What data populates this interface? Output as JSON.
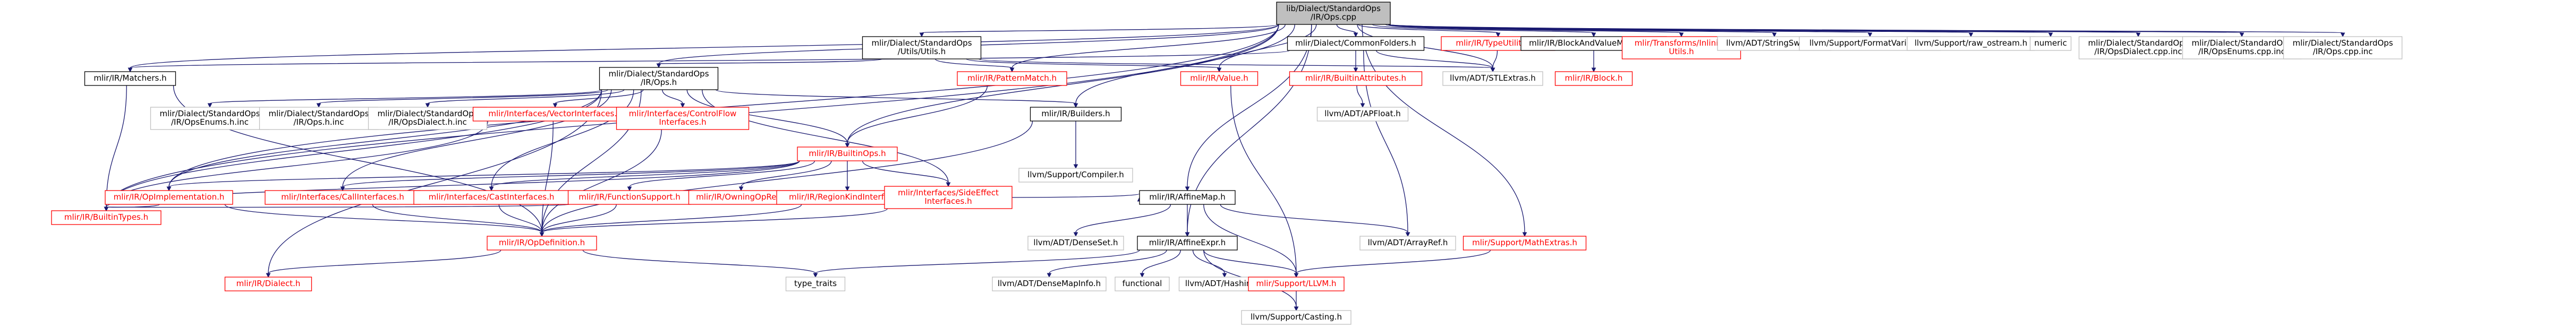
{
  "graph": {
    "colors": {
      "edge": "#191970",
      "root_fill": "#bfbfbf",
      "text_default": "#000000",
      "text_red": "#ff0000",
      "border_default": "#000000",
      "border_red": "#ff0000",
      "border_grey": "#bfbfbf"
    },
    "nodes": [
      {
        "id": "root",
        "lines": [
          "lib/Dialect/StandardOps",
          "/IR/Ops.cpp"
        ],
        "style": "root"
      },
      {
        "id": "utils",
        "lines": [
          "mlir/Dialect/StandardOps",
          "/Utils/Utils.h"
        ],
        "style": "normal"
      },
      {
        "id": "common",
        "lines": [
          "mlir/Dialect/CommonFolders.h"
        ],
        "style": "normal"
      },
      {
        "id": "typeutil",
        "lines": [
          "mlir/IR/TypeUtilities.h"
        ],
        "style": "red"
      },
      {
        "id": "blockmap",
        "lines": [
          "mlir/IR/BlockAndValueMapping.h"
        ],
        "style": "normal"
      },
      {
        "id": "inlining",
        "lines": [
          "mlir/Transforms/Inlining",
          "Utils.h"
        ],
        "style": "red"
      },
      {
        "id": "stringswitch",
        "lines": [
          "llvm/ADT/StringSwitch.h"
        ],
        "style": "grey"
      },
      {
        "id": "formatvariadic",
        "lines": [
          "llvm/Support/FormatVariadic.h"
        ],
        "style": "grey"
      },
      {
        "id": "rawostream",
        "lines": [
          "llvm/Support/raw_ostream.h"
        ],
        "style": "grey"
      },
      {
        "id": "numeric",
        "lines": [
          "numeric"
        ],
        "style": "grey"
      },
      {
        "id": "opsdialectcpp",
        "lines": [
          "mlir/Dialect/StandardOps",
          "/IR/OpsDialect.cpp.inc"
        ],
        "style": "grey"
      },
      {
        "id": "opsenumscpp",
        "lines": [
          "mlir/Dialect/StandardOps",
          "/IR/OpsEnums.cpp.inc"
        ],
        "style": "grey"
      },
      {
        "id": "opscppinc",
        "lines": [
          "mlir/Dialect/StandardOps",
          "/IR/Ops.cpp.inc"
        ],
        "style": "grey"
      },
      {
        "id": "matchers",
        "lines": [
          "mlir/IR/Matchers.h"
        ],
        "style": "normal"
      },
      {
        "id": "opsh",
        "lines": [
          "mlir/Dialect/StandardOps",
          "/IR/Ops.h"
        ],
        "style": "normal"
      },
      {
        "id": "patternmatch",
        "lines": [
          "mlir/IR/PatternMatch.h"
        ],
        "style": "red"
      },
      {
        "id": "value",
        "lines": [
          "mlir/IR/Value.h"
        ],
        "style": "red"
      },
      {
        "id": "builtinattr",
        "lines": [
          "mlir/IR/BuiltinAttributes.h"
        ],
        "style": "red"
      },
      {
        "id": "stlextras",
        "lines": [
          "llvm/ADT/STLExtras.h"
        ],
        "style": "grey"
      },
      {
        "id": "block",
        "lines": [
          "mlir/IR/Block.h"
        ],
        "style": "red"
      },
      {
        "id": "opsenumsh",
        "lines": [
          "mlir/Dialect/StandardOps",
          "/IR/OpsEnums.h.inc"
        ],
        "style": "grey"
      },
      {
        "id": "opshinc",
        "lines": [
          "mlir/Dialect/StandardOps",
          "/IR/Ops.h.inc"
        ],
        "style": "grey"
      },
      {
        "id": "opsdialecthinc",
        "lines": [
          "mlir/Dialect/StandardOps",
          "/IR/OpsDialect.h.inc"
        ],
        "style": "grey"
      },
      {
        "id": "vectoriface",
        "lines": [
          "mlir/Interfaces/VectorInterfaces.h"
        ],
        "style": "red"
      },
      {
        "id": "controlflow",
        "lines": [
          "mlir/Interfaces/ControlFlow",
          "Interfaces.h"
        ],
        "style": "red"
      },
      {
        "id": "builders",
        "lines": [
          "mlir/IR/Builders.h"
        ],
        "style": "normal"
      },
      {
        "id": "apfloat",
        "lines": [
          "llvm/ADT/APFloat.h"
        ],
        "style": "grey"
      },
      {
        "id": "builtinops",
        "lines": [
          "mlir/IR/BuiltinOps.h"
        ],
        "style": "red"
      },
      {
        "id": "compiler",
        "lines": [
          "llvm/Support/Compiler.h"
        ],
        "style": "grey"
      },
      {
        "id": "opimpl",
        "lines": [
          "mlir/IR/OpImplementation.h"
        ],
        "style": "red"
      },
      {
        "id": "calliface",
        "lines": [
          "mlir/Interfaces/CallInterfaces.h"
        ],
        "style": "red"
      },
      {
        "id": "castiface",
        "lines": [
          "mlir/Interfaces/CastInterfaces.h"
        ],
        "style": "red"
      },
      {
        "id": "funcsupport",
        "lines": [
          "mlir/IR/FunctionSupport.h"
        ],
        "style": "red"
      },
      {
        "id": "owningopref",
        "lines": [
          "mlir/IR/OwningOpRef.h"
        ],
        "style": "red"
      },
      {
        "id": "regionkind",
        "lines": [
          "mlir/IR/RegionKindInterface.h"
        ],
        "style": "red"
      },
      {
        "id": "sideeffect",
        "lines": [
          "mlir/Interfaces/SideEffect",
          "Interfaces.h"
        ],
        "style": "red"
      },
      {
        "id": "affinemap",
        "lines": [
          "mlir/IR/AffineMap.h"
        ],
        "style": "normal"
      },
      {
        "id": "builtintypes",
        "lines": [
          "mlir/IR/BuiltinTypes.h"
        ],
        "style": "red"
      },
      {
        "id": "opdef",
        "lines": [
          "mlir/IR/OpDefinition.h"
        ],
        "style": "red"
      },
      {
        "id": "denseset",
        "lines": [
          "llvm/ADT/DenseSet.h"
        ],
        "style": "grey"
      },
      {
        "id": "affineexpr",
        "lines": [
          "mlir/IR/AffineExpr.h"
        ],
        "style": "normal"
      },
      {
        "id": "arrayref",
        "lines": [
          "llvm/ADT/ArrayRef.h"
        ],
        "style": "grey"
      },
      {
        "id": "mathextras",
        "lines": [
          "mlir/Support/MathExtras.h"
        ],
        "style": "red"
      },
      {
        "id": "dialect",
        "lines": [
          "mlir/IR/Dialect.h"
        ],
        "style": "red"
      },
      {
        "id": "typetraits",
        "lines": [
          "type_traits"
        ],
        "style": "grey"
      },
      {
        "id": "densemapinfo",
        "lines": [
          "llvm/ADT/DenseMapInfo.h"
        ],
        "style": "grey"
      },
      {
        "id": "functional",
        "lines": [
          "functional"
        ],
        "style": "grey"
      },
      {
        "id": "hashing",
        "lines": [
          "llvm/ADT/Hashing.h"
        ],
        "style": "grey"
      },
      {
        "id": "llvmh",
        "lines": [
          "mlir/Support/LLVM.h"
        ],
        "style": "red"
      },
      {
        "id": "casting",
        "lines": [
          "llvm/Support/Casting.h"
        ],
        "style": "grey"
      }
    ],
    "edges": [
      [
        "root",
        "utils"
      ],
      [
        "root",
        "common"
      ],
      [
        "root",
        "typeutil"
      ],
      [
        "root",
        "blockmap"
      ],
      [
        "root",
        "inlining"
      ],
      [
        "root",
        "stringswitch"
      ],
      [
        "root",
        "formatvariadic"
      ],
      [
        "root",
        "rawostream"
      ],
      [
        "root",
        "numeric"
      ],
      [
        "root",
        "opsdialectcpp"
      ],
      [
        "root",
        "opsenumscpp"
      ],
      [
        "root",
        "opscppinc"
      ],
      [
        "root",
        "matchers"
      ],
      [
        "root",
        "opsh"
      ],
      [
        "root",
        "patternmatch"
      ],
      [
        "root",
        "value"
      ],
      [
        "root",
        "stlextras"
      ],
      [
        "root",
        "builders"
      ],
      [
        "root",
        "builtinops"
      ],
      [
        "root",
        "affinemap"
      ],
      [
        "root",
        "affineexpr"
      ],
      [
        "root",
        "mathextras"
      ],
      [
        "root",
        "opimpl"
      ],
      [
        "root",
        "builtintypes"
      ],
      [
        "utils",
        "opsh"
      ],
      [
        "utils",
        "stlextras"
      ],
      [
        "utils",
        "value"
      ],
      [
        "utils",
        "patternmatch"
      ],
      [
        "common",
        "builtinattr"
      ],
      [
        "common",
        "matchers"
      ],
      [
        "common",
        "stlextras"
      ],
      [
        "common",
        "arrayref"
      ],
      [
        "typeutil",
        "stlextras"
      ],
      [
        "blockmap",
        "block"
      ],
      [
        "matchers",
        "builtintypes"
      ],
      [
        "matchers",
        "opdef"
      ],
      [
        "opsh",
        "opsenumsh"
      ],
      [
        "opsh",
        "opshinc"
      ],
      [
        "opsh",
        "opsdialecthinc"
      ],
      [
        "opsh",
        "vectoriface"
      ],
      [
        "opsh",
        "controlflow"
      ],
      [
        "opsh",
        "builders"
      ],
      [
        "opsh",
        "builtintypes"
      ],
      [
        "opsh",
        "opimpl"
      ],
      [
        "opsh",
        "calliface"
      ],
      [
        "opsh",
        "castiface"
      ],
      [
        "opsh",
        "sideeffect"
      ],
      [
        "opsh",
        "dialect"
      ],
      [
        "opsh",
        "builtinops"
      ],
      [
        "opsh",
        "opdef"
      ],
      [
        "patternmatch",
        "builtinops"
      ],
      [
        "value",
        "llvmh"
      ],
      [
        "builtinattr",
        "apfloat"
      ],
      [
        "vectoriface",
        "opdef"
      ],
      [
        "vectoriface",
        "builtintypes"
      ],
      [
        "controlflow",
        "opdef"
      ],
      [
        "builders",
        "compiler"
      ],
      [
        "builders",
        "opdef"
      ],
      [
        "builtinops",
        "opimpl"
      ],
      [
        "builtinops",
        "calliface"
      ],
      [
        "builtinops",
        "castiface"
      ],
      [
        "builtinops",
        "funcsupport"
      ],
      [
        "builtinops",
        "owningopref"
      ],
      [
        "builtinops",
        "regionkind"
      ],
      [
        "builtinops",
        "sideeffect"
      ],
      [
        "builtinops",
        "builtintypes"
      ],
      [
        "opimpl",
        "builtintypes"
      ],
      [
        "opimpl",
        "opdef"
      ],
      [
        "calliface",
        "opdef"
      ],
      [
        "castiface",
        "opdef"
      ],
      [
        "funcsupport",
        "opdef"
      ],
      [
        "funcsupport",
        "builtintypes"
      ],
      [
        "regionkind",
        "opdef"
      ],
      [
        "sideeffect",
        "opdef"
      ],
      [
        "sideeffect",
        "affinemap"
      ],
      [
        "affinemap",
        "affineexpr"
      ],
      [
        "affinemap",
        "denseset"
      ],
      [
        "affinemap",
        "arrayref"
      ],
      [
        "affinemap",
        "llvmh"
      ],
      [
        "opdef",
        "dialect"
      ],
      [
        "opdef",
        "typetraits"
      ],
      [
        "affineexpr",
        "typetraits"
      ],
      [
        "affineexpr",
        "densemapinfo"
      ],
      [
        "affineexpr",
        "functional"
      ],
      [
        "affineexpr",
        "hashing"
      ],
      [
        "affineexpr",
        "llvmh"
      ],
      [
        "affineexpr",
        "casting"
      ],
      [
        "mathextras",
        "llvmh"
      ],
      [
        "llvmh",
        "casting"
      ]
    ]
  }
}
